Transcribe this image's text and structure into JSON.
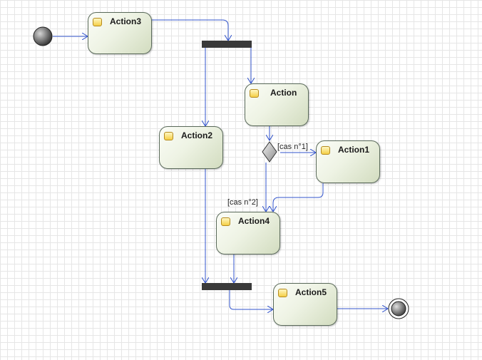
{
  "diagram": {
    "nodes": {
      "action3": "Action3",
      "action": "Action",
      "action2": "Action2",
      "action1": "Action1",
      "action4": "Action4",
      "action5": "Action5"
    },
    "guards": {
      "case1": "[cas n°1]",
      "case2": "[cas n°2]"
    },
    "colors": {
      "edge": "#3355cc",
      "bar": "#3a3a3a"
    }
  }
}
